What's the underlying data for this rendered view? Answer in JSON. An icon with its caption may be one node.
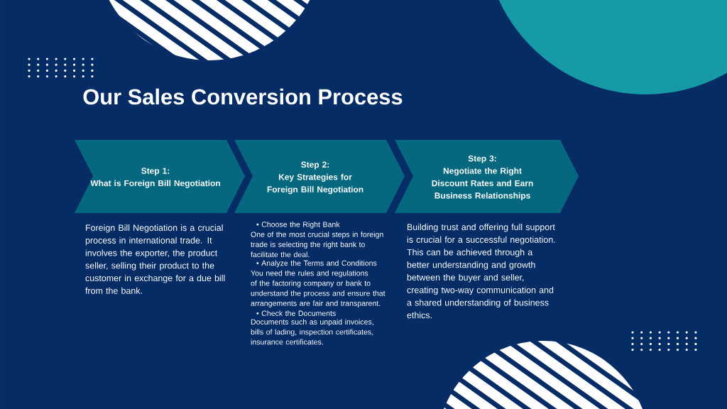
{
  "diagram": {
    "title": "Our Sales Conversion Process",
    "nodes": [
      {
        "text": [
          "Step 1:",
          "What is Foreign Bill Negotiation"
        ],
        "beside": [
          "Foreign Bill Negotiation is a crucial process in international trade. It involves the exporter, the product seller, selling their product to the customer in exchange for a due bill from the bank."
        ]
      },
      {
        "text": [
          "Step 2:",
          "Key Strategies for Foreign Bill Negotiation"
        ],
        "beside": [
          "• Choose the Right Bank",
          "One of the most crucial steps in foreign trade is selecting the right bank to facilitate the deal.",
          "• Analyze the Terms and Conditions",
          "You need the rules and regulations of the factoring company or bank to understand the process and ensure that arrangements are fair and transparent.",
          "• Check the Documents",
          "Documents such as unpaid invoices, bills of lading, inspection certificates, insurance certificates."
        ]
      },
      {
        "text": [
          "Step 3:",
          "Negotiate the Right Discount Rates and Earn Business Relationships"
        ],
        "beside": [
          "Building trust and offering full support is crucial for a successful negotiation. This can be achieved through a better understanding and growth between the buyer and seller, creating two-way communication and a shared understanding of business ethics."
        ]
      }
    ]
  }
}
